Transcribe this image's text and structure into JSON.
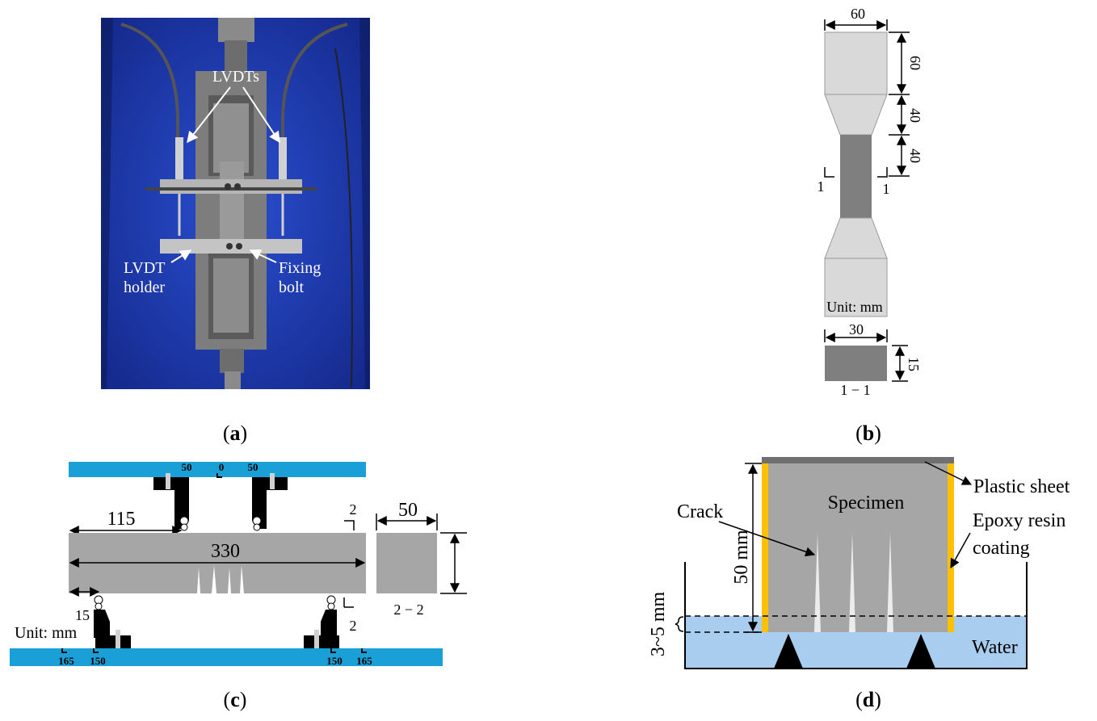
{
  "captions": {
    "a": "a",
    "b": "b",
    "c": "c",
    "d": "d"
  },
  "panel_a": {
    "lvdts": "LVDTs",
    "holder_line1": "LVDT",
    "holder_line2": "holder",
    "bolt_line1": "Fixing",
    "bolt_line2": "bolt"
  },
  "panel_b": {
    "top_width": "60",
    "grip_length": "60",
    "taper_length": "40",
    "gauge_length": "40",
    "section_left": "1",
    "section_right": "1",
    "unit": "Unit: mm",
    "section_width": "30",
    "section_height": "15",
    "section_label": "1 − 1"
  },
  "panel_c": {
    "span_115": "115",
    "length_330": "330",
    "overhang_15": "15",
    "unit": "Unit: mm",
    "top_scale": [
      "50",
      "0",
      "50"
    ],
    "bottom_scale_left": [
      "165",
      "150"
    ],
    "bottom_scale_right": [
      "150",
      "165"
    ],
    "section_top": "2",
    "section_bottom": "2",
    "section_width": "50",
    "section_label": "2 − 2"
  },
  "panel_d": {
    "plastic_sheet": "Plastic sheet",
    "specimen": "Specimen",
    "crack": "Crack",
    "epoxy_line1": "Epoxy resin",
    "epoxy_line2": "coating",
    "height": "50 mm",
    "depth": "3~5 mm",
    "water": "Water"
  },
  "colors": {
    "photo_background": "#1f3fb5",
    "specimen_gray": "#a6a6a6",
    "support_blue": "#1a9fd6",
    "epoxy_yellow": "#ffc000",
    "water_blue": "#a9cdee",
    "plastic_sheet": "#707070"
  }
}
